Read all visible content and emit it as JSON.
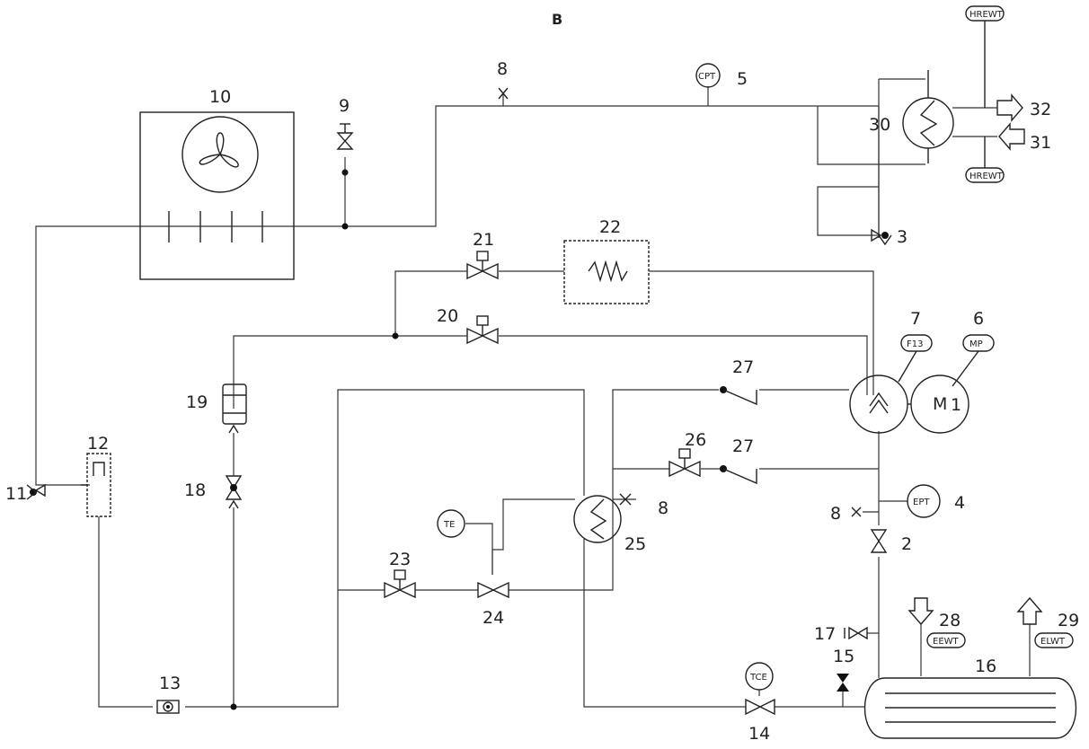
{
  "title": "B",
  "labels": {
    "n1": "1",
    "n2": "2",
    "n3": "3",
    "n4": "4",
    "n5": "5",
    "n6": "6",
    "n7": "7",
    "n8a": "8",
    "n8b": "8",
    "n8c": "8",
    "n9": "9",
    "n10": "10",
    "n11": "11",
    "n12": "12",
    "n13": "13",
    "n14": "14",
    "n15": "15",
    "n16": "16",
    "n17": "17",
    "n18": "18",
    "n19": "19",
    "n20": "20",
    "n21": "21",
    "n22": "22",
    "n23": "23",
    "n24": "24",
    "n25": "25",
    "n26": "26",
    "n27a": "27",
    "n27b": "27",
    "n28": "28",
    "n29": "29",
    "n30": "30",
    "n31": "31",
    "n32": "32"
  },
  "tags": {
    "cpt": "CPT",
    "ept": "EPT",
    "f13": "F13",
    "mp": "MP",
    "m": "M",
    "te": "TE",
    "tce": "TCE",
    "eewt": "EEWT",
    "elwt": "ELWT",
    "hrewt_top": "HREWT",
    "hrewt_bottom": "HREWT"
  }
}
